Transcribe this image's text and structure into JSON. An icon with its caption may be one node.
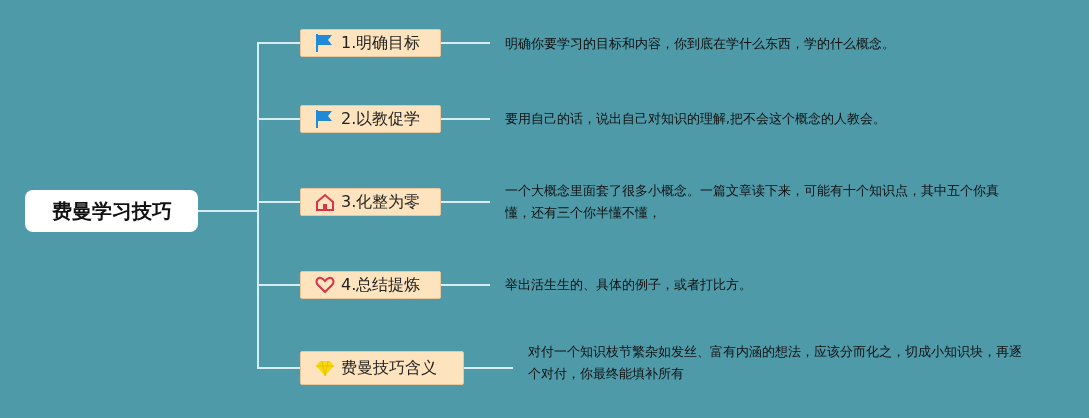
{
  "diagram": {
    "nodes": [
      {
        "text": [
          "费曼学习技巧"
        ]
      },
      {
        "text": [
          "1.明确目标"
        ]
      },
      {
        "text": [
          "2.以教促学"
        ]
      },
      {
        "text": [
          "3.化整为零"
        ]
      },
      {
        "text": [
          "4.总结提炼"
        ]
      },
      {
        "text": [
          "费曼技巧含义"
        ]
      },
      {
        "text": [
          "明确你要学习的目标和内容，你到底在学什么东西，学的什么概念。"
        ]
      },
      {
        "text": [
          "要用自己的话，说出自己对知识的理解,把不会这个概念的人教会。"
        ]
      },
      {
        "text": [
          "一个大概念里面套了很多小概念。一篇文章读下来，可能有十个知识点，其中五个你真懂，还有三个你半懂不懂，"
        ]
      },
      {
        "text": [
          "举出活生生的、具体的例子，或者打比方。"
        ]
      },
      {
        "text": [
          "对付一个知识枝节繁杂如发丝、富有内涵的想法，应该分而化之，切成小知识块，再逐个对付，你最终能填补所有"
        ]
      }
    ],
    "edges": [
      {
        "from": 0,
        "to": 1,
        "arrow": "none"
      },
      {
        "from": 0,
        "to": 2,
        "arrow": "none"
      },
      {
        "from": 0,
        "to": 3,
        "arrow": "none"
      },
      {
        "from": 0,
        "to": 4,
        "arrow": "none"
      },
      {
        "from": 0,
        "to": 5,
        "arrow": "none"
      },
      {
        "from": 1,
        "to": 6,
        "arrow": "none"
      },
      {
        "from": 2,
        "to": 7,
        "arrow": "none"
      },
      {
        "from": 3,
        "to": 8,
        "arrow": "none"
      },
      {
        "from": 4,
        "to": 9,
        "arrow": "none"
      },
      {
        "from": 5,
        "to": 10,
        "arrow": "none"
      }
    ]
  }
}
